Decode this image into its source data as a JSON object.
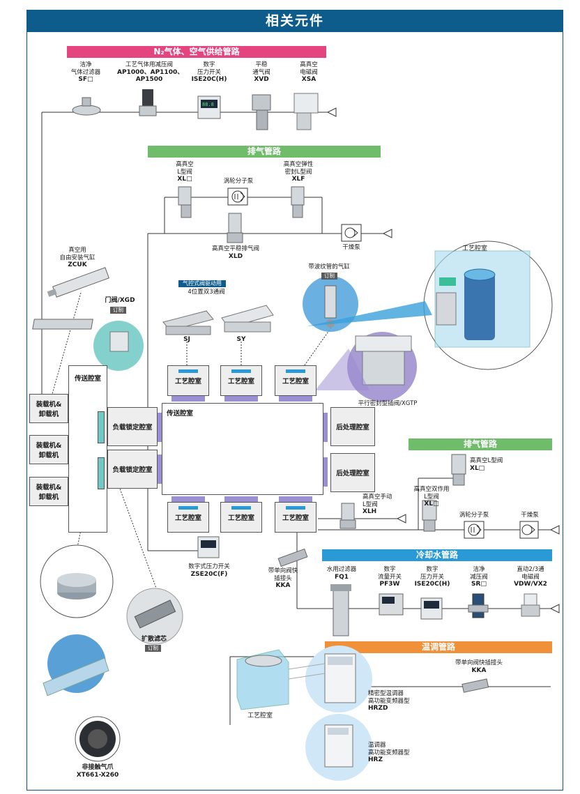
{
  "title": "相关元件",
  "sections": {
    "n2": {
      "label": "N₂气体、空气供给管路",
      "color": "#e4457f"
    },
    "exhaust1": {
      "label": "排气管路",
      "color": "#6fbd6a"
    },
    "exhaust2": {
      "label": "排气管路",
      "color": "#6fbd6a"
    },
    "cooling": {
      "label": "冷却水管路",
      "color": "#2a9ad6"
    },
    "temp": {
      "label": "温调管路",
      "color": "#f0913a"
    }
  },
  "components": {
    "sf": {
      "line1": "洁净",
      "line2": "气体过滤器",
      "model": "SF□"
    },
    "ap": {
      "line1": "工艺气体用减压阀",
      "line2": "AP1000、AP1100、",
      "model": "AP1500"
    },
    "ise1": {
      "line1": "数字",
      "line2": "压力开关",
      "model": "ISE20C(H)"
    },
    "xvd": {
      "line1": "平稳",
      "line2": "通气阀",
      "model": "XVD"
    },
    "xsa": {
      "line1": "高真空",
      "line2": "电磁阀",
      "model": "XSA"
    },
    "xl1": {
      "line1": "高真空",
      "line2": "L型阀",
      "model": "XL□"
    },
    "tmp1": {
      "line1": "涡轮分子泵"
    },
    "xlf": {
      "line1": "高真空弹性",
      "line2": "密封L型阀",
      "model": "XLF"
    },
    "xld": {
      "line1": "高真空平稳排气阀",
      "model": "XLD"
    },
    "dry1": {
      "line1": "干燥泵"
    },
    "zcuk": {
      "line1": "真空用",
      "line2": "自由安装气缸",
      "model": "ZCUK"
    },
    "xgd": {
      "line1": "门阀/XGD",
      "tag": "订制"
    },
    "valve_grp": {
      "header": "气控式阀驱动用",
      "line1": "4位置双3通阀",
      "sj": "SJ",
      "sy": "SY"
    },
    "bellows": {
      "line1": "带波纹管的气缸",
      "tag": "订制"
    },
    "proc_chamber": {
      "line1": "工艺腔室"
    },
    "xgtp": {
      "line1": "平行密封型插阀/XGTP"
    },
    "xl2": {
      "line1": "高真空L型阀",
      "model": "XL□"
    },
    "xlh": {
      "line1": "高真空手动",
      "line2": "L型阀",
      "model": "XLH"
    },
    "xl3": {
      "line1": "高真空双作用",
      "line2": "L型阀",
      "model": "XL□"
    },
    "tmp2": {
      "line1": "涡轮分子泵"
    },
    "dry2": {
      "line1": "干燥泵"
    },
    "zse": {
      "line1": "数字式压力开关",
      "model": "ZSE20C(F)"
    },
    "kka1": {
      "line1": "带单向阀快",
      "line2": "插接头",
      "model": "KKA"
    },
    "fq1": {
      "line1": "水用过滤器",
      "model": "FQ1"
    },
    "pf3w": {
      "line1": "数字",
      "line2": "流量开关",
      "model": "PF3W"
    },
    "ise2": {
      "line1": "数字",
      "line2": "压力开关",
      "model": "ISE20C(H)"
    },
    "sr": {
      "line1": "洁净",
      "line2": "减压阀",
      "model": "SR□"
    },
    "vdw": {
      "line1": "直动2/3通",
      "line2": "电磁阀",
      "model": "VDW/VX2"
    },
    "kka2": {
      "line1": "带单向阀快插接头",
      "model": "KKA"
    },
    "hrzd": {
      "line1": "精密型温调器",
      "line2": "高功能变频器型",
      "model": "HRZD"
    },
    "hrz": {
      "line1": "温调器",
      "line2": "高功能变频器型",
      "model": "HRZ"
    },
    "proc_chamber2": {
      "line1": "工艺腔室"
    },
    "diffuser": {
      "line1": "扩散滤芯",
      "tag": "订制"
    },
    "xt661": {
      "line1": "非接触气爪",
      "model": "XT661-X260"
    }
  },
  "chambers": {
    "transfer_left": "传送腔室",
    "transfer_center": "传送腔室",
    "loader": "装载机&\n卸载机",
    "load_lock": "负载锁定腔室",
    "process": "工艺腔室",
    "post": "后处理腔室"
  }
}
